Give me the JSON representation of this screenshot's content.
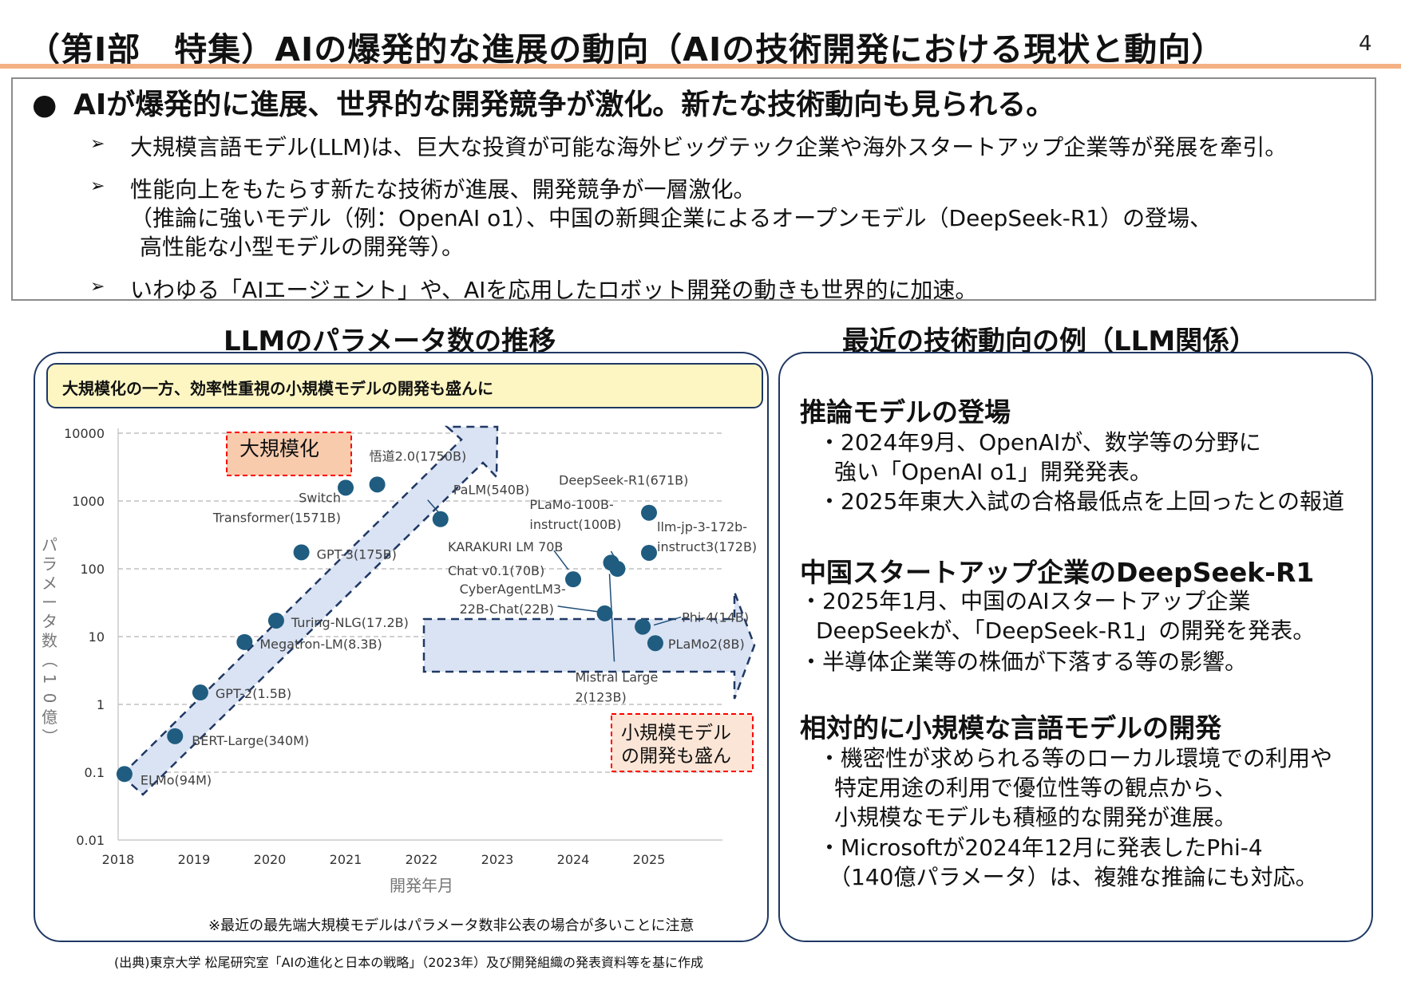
{
  "header": {
    "title": "（第Ⅰ部　特集）AIの爆発的な進展の動向（AIの技術開発における現状と動向）",
    "page_number": "4"
  },
  "summary": {
    "headline_bullet": "●",
    "headline": "AIが爆発的に進展、世界的な開発競争が激化。新たな技術動向も見られる。",
    "arrow": "➢",
    "bullets": [
      [
        "大規模言語モデル(LLM)は、巨大な投資が可能な海外ビッグテック企業や海外スタートアップ企業等が発展を牽引。"
      ],
      [
        "性能向上をもたらす新たな技術が進展、開発競争が一層激化。",
        "（推論に強いモデル（例：OpenAI o1）、中国の新興企業によるオープンモデル（DeepSeek-R1）の登場、",
        "高性能な小型モデルの開発等）。"
      ],
      [
        "いわゆる「AIエージェント」や、AIを応用したロボット開発の動きも世界的に加速。"
      ]
    ]
  },
  "left_panel": {
    "title": "LLMのパラメータ数の推移",
    "banner": "大規模化の一方、効率性重視の小規模モデルの開発も盛んに",
    "large_label": "大規模化",
    "small_label": [
      "小規模モデル",
      "の開発も盛ん"
    ],
    "footnote": "※最近の最先端大規模モデルはパラメータ数非公表の場合が多いことに注意"
  },
  "chart_data": {
    "type": "scatter",
    "title": "",
    "xlabel": "開発年月",
    "ylabel": "パラメータ数（10億）",
    "y_scale": "log",
    "ylim": [
      0.01,
      10000
    ],
    "xlim": [
      "2018-01",
      "2026-01"
    ],
    "x_ticks": [
      "2018",
      "2019",
      "2020",
      "2021",
      "2022",
      "2023",
      "2024",
      "2025"
    ],
    "y_ticks": [
      "10000",
      "1000",
      "100",
      "10",
      "1",
      "0.1",
      "0.01"
    ],
    "grid": "horizontal dashed",
    "marker_color": "#1f5c80",
    "points": [
      {
        "x": "2018-02",
        "y": 0.094,
        "label": [
          "ELMo(94M)"
        ]
      },
      {
        "x": "2018-10",
        "y": 0.34,
        "label": [
          "BERT-Large(340M)"
        ]
      },
      {
        "x": "2019-02",
        "y": 1.5,
        "label": [
          "GPT-2(1.5B)"
        ]
      },
      {
        "x": "2019-09",
        "y": 8.3,
        "label": [
          "Megatron-LM(8.3B)"
        ]
      },
      {
        "x": "2020-02",
        "y": 17.2,
        "label": [
          "Turing-NLG(17.2B)"
        ]
      },
      {
        "x": "2020-06",
        "y": 175,
        "label": [
          "GPT-3(175B)"
        ]
      },
      {
        "x": "2021-01",
        "y": 1571,
        "label": [
          "Switch",
          "Transformer(1571B)"
        ]
      },
      {
        "x": "2021-06",
        "y": 1750,
        "label": [
          "悟道2.0(1750B)"
        ]
      },
      {
        "x": "2022-04",
        "y": 540,
        "label": [
          "PaLM(540B)"
        ]
      },
      {
        "x": "2024-01",
        "y": 70,
        "label": [
          "KARAKURI LM 70B",
          "Chat v0.1(70B)"
        ]
      },
      {
        "x": "2024-06",
        "y": 22,
        "label": [
          "CyberAgentLM3-",
          "22B-Chat(22B)"
        ]
      },
      {
        "x": "2024-07",
        "y": 123,
        "label": [
          "Mistral Large",
          "2(123B)"
        ]
      },
      {
        "x": "2024-08",
        "y": 100,
        "label": [
          "PLaMo-100B-",
          "instruct(100B)"
        ]
      },
      {
        "x": "2024-12",
        "y": 14,
        "label": [
          "Phi-4(14B)"
        ]
      },
      {
        "x": "2025-01",
        "y": 671,
        "label": [
          "DeepSeek-R1(671B)"
        ]
      },
      {
        "x": "2025-01",
        "y": 172,
        "label": [
          "llm-jp-3-172b-",
          "instruct3(172B)"
        ]
      },
      {
        "x": "2025-02",
        "y": 8,
        "label": [
          "PLaMo2(8B)"
        ]
      }
    ]
  },
  "right_panel": {
    "title": "最近の技術動向の例（LLM関係）",
    "sections": [
      {
        "heading": "推論モデルの登場",
        "lines": [
          "・2024年9月、OpenAIが、数学等の分野に",
          "強い「OpenAI o1」開発発表。",
          "・2025年東大入試の合格最低点を上回ったとの報道"
        ]
      },
      {
        "heading": "中国スタートアップ企業のDeepSeek-R1",
        "lines": [
          "・2025年1月、中国のAIスタートアップ企業",
          "DeepSeekが、「DeepSeek-R1」の開発を発表。",
          "・半導体企業等の株価が下落する等の影響。"
        ]
      },
      {
        "heading": "相対的に小規模な言語モデルの開発",
        "lines": [
          "・機密性が求められる等のローカル環境での利用や",
          "特定用途の利用で優位性等の観点から、",
          "小規模なモデルも積極的な開発が進展。",
          "・Microsoftが2024年12月に発表したPhi-4",
          "（140億パラメータ）は、複雑な推論にも対応。"
        ]
      }
    ]
  },
  "source": "(出典)東京大学 松尾研究室「AIの進化と日本の戦略」（2023年）及び開発組織の発表資料等を基に作成"
}
